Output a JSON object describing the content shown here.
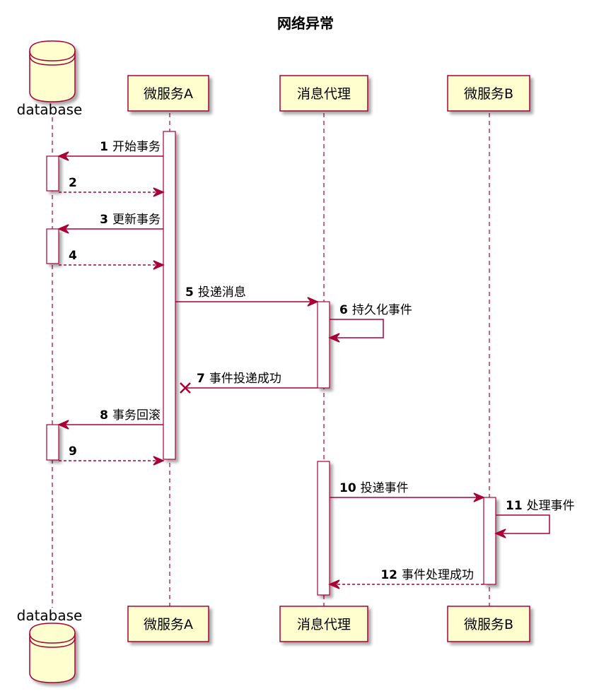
{
  "title": "网络异常",
  "participants": [
    {
      "id": "db",
      "label": "database",
      "kind": "database"
    },
    {
      "id": "a",
      "label": "微服务A",
      "kind": "participant"
    },
    {
      "id": "mq",
      "label": "消息代理",
      "kind": "participant"
    },
    {
      "id": "b",
      "label": "微服务B",
      "kind": "participant"
    }
  ],
  "messages": [
    {
      "num": "1",
      "text": "开始事务",
      "from": "a",
      "to": "db",
      "style": "solid",
      "end": "arrow"
    },
    {
      "num": "2",
      "text": "",
      "from": "db",
      "to": "a",
      "style": "dashed",
      "end": "arrow"
    },
    {
      "num": "3",
      "text": "更新事务",
      "from": "a",
      "to": "db",
      "style": "solid",
      "end": "arrow"
    },
    {
      "num": "4",
      "text": "",
      "from": "db",
      "to": "a",
      "style": "dashed",
      "end": "arrow"
    },
    {
      "num": "5",
      "text": "投递消息",
      "from": "a",
      "to": "mq",
      "style": "solid",
      "end": "arrow"
    },
    {
      "num": "6",
      "text": "持久化事件",
      "from": "mq",
      "to": "mq",
      "style": "solid",
      "end": "arrow"
    },
    {
      "num": "7",
      "text": "事件投递成功",
      "from": "mq",
      "to": "a",
      "style": "solid",
      "end": "lost"
    },
    {
      "num": "8",
      "text": "事务回滚",
      "from": "a",
      "to": "db",
      "style": "solid",
      "end": "arrow"
    },
    {
      "num": "9",
      "text": "",
      "from": "db",
      "to": "a",
      "style": "dashed",
      "end": "arrow"
    },
    {
      "num": "10",
      "text": "投递事件",
      "from": "mq",
      "to": "b",
      "style": "solid",
      "end": "arrow"
    },
    {
      "num": "11",
      "text": "处理事件",
      "from": "b",
      "to": "b",
      "style": "solid",
      "end": "arrow"
    },
    {
      "num": "12",
      "text": "事件处理成功",
      "from": "b",
      "to": "mq",
      "style": "dashed",
      "end": "arrow"
    }
  ],
  "colors": {
    "line": "#a80036",
    "box_fill": "#fefece",
    "activation_fill": "#ffffff"
  }
}
